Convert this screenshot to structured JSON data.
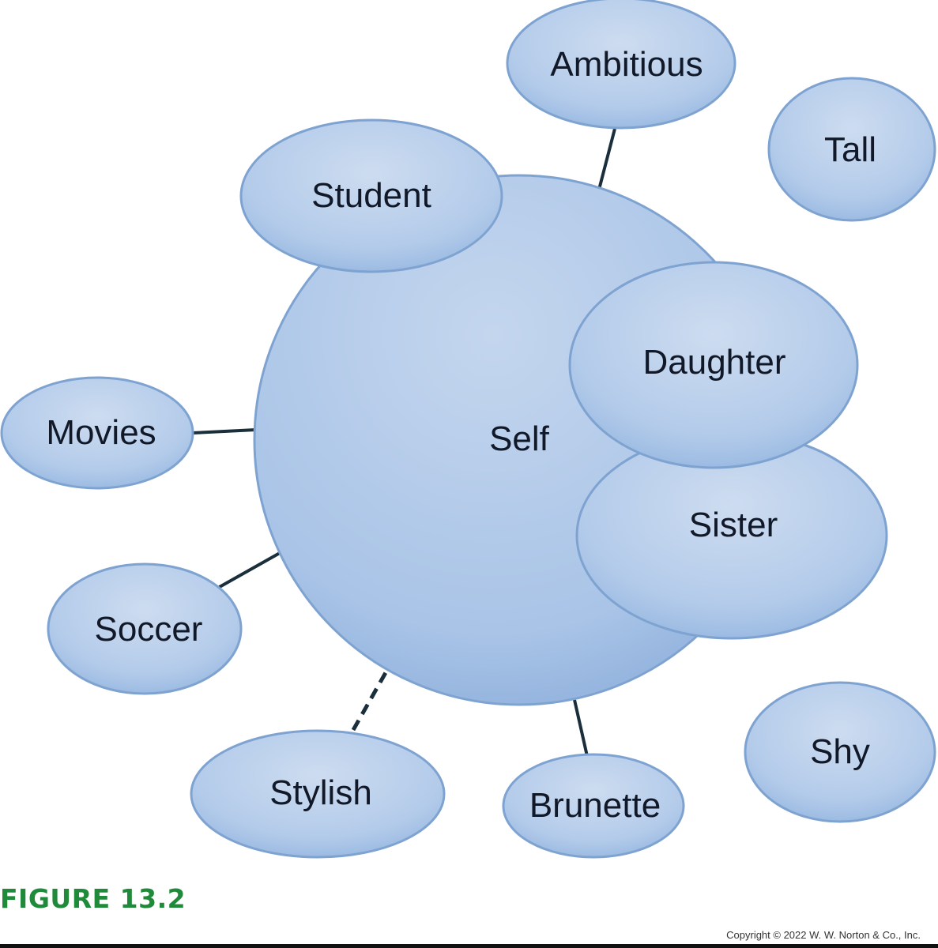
{
  "figure": {
    "label": "FIGURE 13.2",
    "copyright": "Copyright © 2022 W. W. Norton & Co., Inc."
  },
  "colors": {
    "node_fill_light": "#c7d8ef",
    "node_fill_dark": "#9dbce3",
    "node_stroke": "#7fa3d1",
    "connector": "#1a2e3b",
    "figure_label": "#1f8a3a",
    "text": "#111827"
  },
  "diagram": {
    "center": {
      "id": "self",
      "label": "Self"
    },
    "nodes": [
      {
        "id": "student",
        "label": "Student",
        "connection": "overlap"
      },
      {
        "id": "ambitious",
        "label": "Ambitious",
        "connection": "solid"
      },
      {
        "id": "tall",
        "label": "Tall",
        "connection": "none"
      },
      {
        "id": "daughter",
        "label": "Daughter",
        "connection": "overlap"
      },
      {
        "id": "sister",
        "label": "Sister",
        "connection": "overlap"
      },
      {
        "id": "movies",
        "label": "Movies",
        "connection": "solid"
      },
      {
        "id": "soccer",
        "label": "Soccer",
        "connection": "solid"
      },
      {
        "id": "stylish",
        "label": "Stylish",
        "connection": "dashed"
      },
      {
        "id": "brunette",
        "label": "Brunette",
        "connection": "solid"
      },
      {
        "id": "shy",
        "label": "Shy",
        "connection": "none"
      }
    ]
  }
}
